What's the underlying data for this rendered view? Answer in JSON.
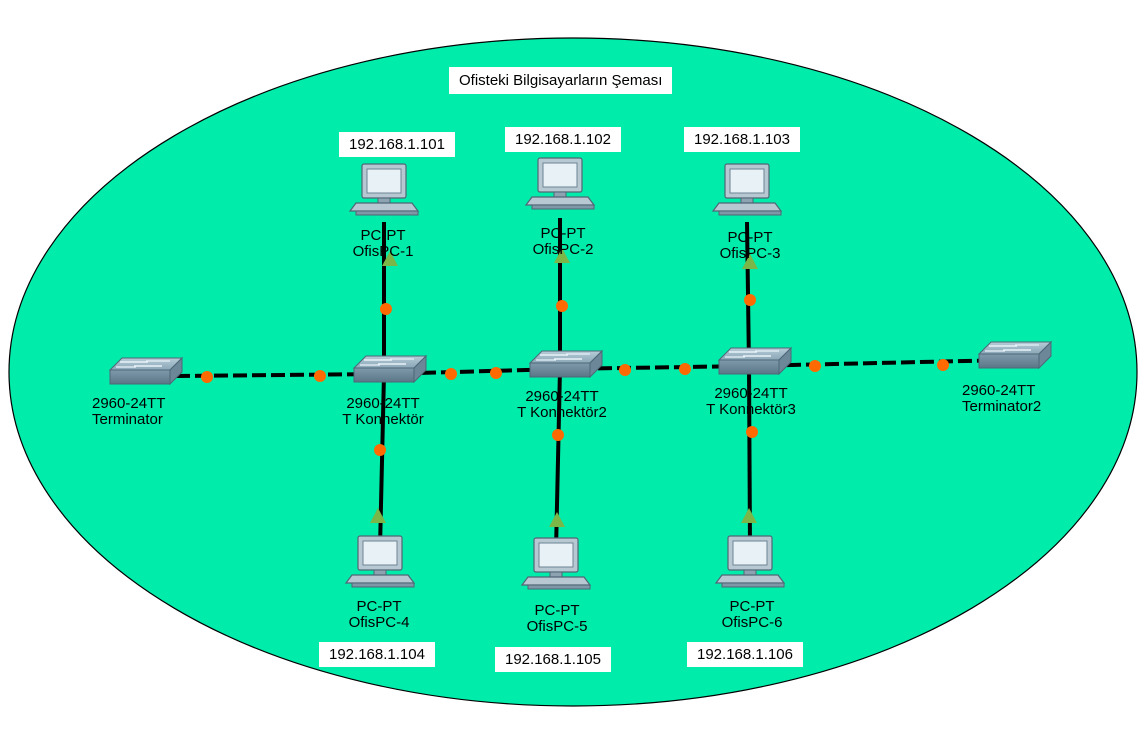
{
  "title": "Ofisteki Bilgisayarların Şeması",
  "colors": {
    "area": "#00ecaa",
    "area_border": "#000000",
    "cable": "#000000",
    "port_dot": "#ff6a00",
    "port_triangle": "#7ab648"
  },
  "switches": [
    {
      "id": "sw-term1",
      "model": "2960-24TT",
      "name": "Terminator"
    },
    {
      "id": "sw-t1",
      "model": "2960-24TT",
      "name": "T Konnektör"
    },
    {
      "id": "sw-t2",
      "model": "2960-24TT",
      "name": "T Konnektör2"
    },
    {
      "id": "sw-t3",
      "model": "2960-24TT",
      "name": "T Konnektör3"
    },
    {
      "id": "sw-term2",
      "model": "2960-24TT",
      "name": "Terminator2"
    }
  ],
  "pcs": [
    {
      "id": "pc1",
      "model": "PC-PT",
      "name": "OfisPC-1",
      "ip": "192.168.1.101"
    },
    {
      "id": "pc2",
      "model": "PC-PT",
      "name": "OfisPC-2",
      "ip": "192.168.1.102"
    },
    {
      "id": "pc3",
      "model": "PC-PT",
      "name": "OfisPC-3",
      "ip": "192.168.1.103"
    },
    {
      "id": "pc4",
      "model": "PC-PT",
      "name": "OfisPC-4",
      "ip": "192.168.1.104"
    },
    {
      "id": "pc5",
      "model": "PC-PT",
      "name": "OfisPC-5",
      "ip": "192.168.1.105"
    },
    {
      "id": "pc6",
      "model": "PC-PT",
      "name": "OfisPC-6",
      "ip": "192.168.1.106"
    }
  ],
  "links": [
    {
      "from": "sw-term1",
      "to": "sw-t1",
      "style": "dashed"
    },
    {
      "from": "sw-t1",
      "to": "sw-t2",
      "style": "dashed"
    },
    {
      "from": "sw-t2",
      "to": "sw-t3",
      "style": "dashed"
    },
    {
      "from": "sw-t3",
      "to": "sw-term2",
      "style": "dashed"
    },
    {
      "from": "sw-t1",
      "to": "pc1",
      "style": "solid"
    },
    {
      "from": "sw-t2",
      "to": "pc2",
      "style": "solid"
    },
    {
      "from": "sw-t3",
      "to": "pc3",
      "style": "solid"
    },
    {
      "from": "sw-t1",
      "to": "pc4",
      "style": "solid"
    },
    {
      "from": "sw-t2",
      "to": "pc5",
      "style": "solid"
    },
    {
      "from": "sw-t3",
      "to": "pc6",
      "style": "solid"
    }
  ]
}
